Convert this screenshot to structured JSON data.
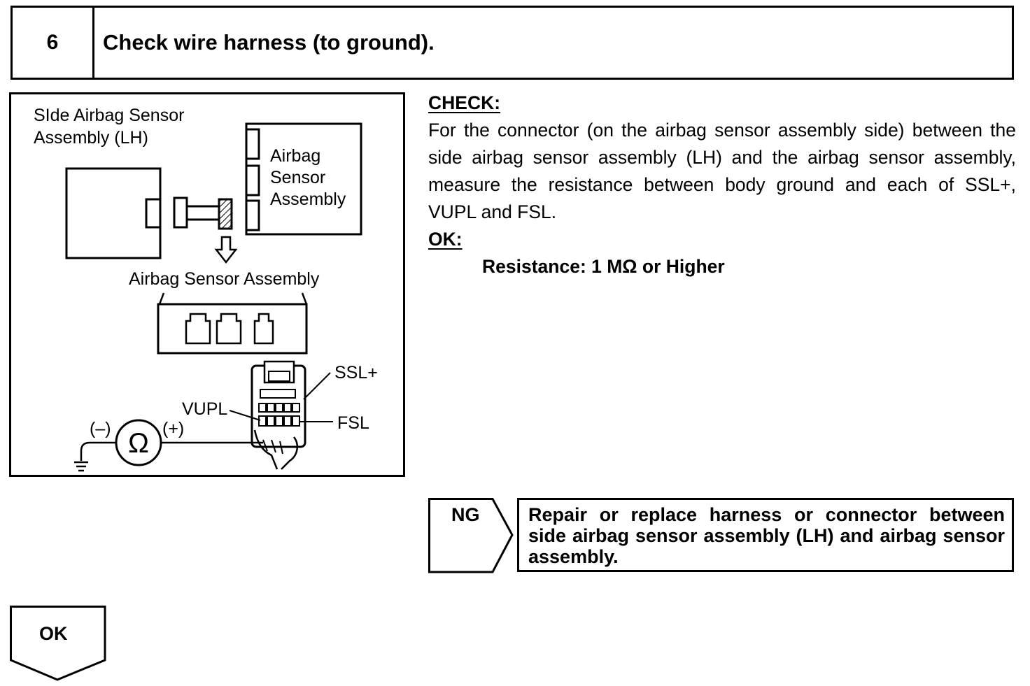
{
  "step": {
    "number": "6",
    "title": "Check wire harness (to ground)."
  },
  "figure": {
    "side_sensor_label_line1": "SIde Airbag Sensor",
    "side_sensor_label_line2": "Assembly (LH)",
    "airbag_sensor_label_line1": "Airbag",
    "airbag_sensor_label_line2": "Sensor",
    "airbag_sensor_label_line3": "Assembly",
    "connector_title": "Airbag Sensor Assembly",
    "terminal_ssl": "SSL+",
    "terminal_vupl": "VUPL",
    "terminal_fsl": "FSL",
    "probe_negative": "(–)",
    "probe_positive": "(+)",
    "meter_symbol": "Ω",
    "icons": [
      "ohmmeter-icon",
      "ground-icon",
      "arrow-down-icon",
      "hand-icon"
    ]
  },
  "check": {
    "heading": "CHECK:",
    "text": "For the connector (on the airbag sensor assembly side) between the side airbag sensor assembly (LH) and the airbag sensor assembly, measure the resistance between body ground and each of SSL+, VUPL and FSL.",
    "ok_heading": "OK:",
    "ok_spec": "Resistance: 1 MΩ or Higher"
  },
  "ng": {
    "label": "NG",
    "action": "Repair or replace harness or connector between side airbag sensor assembly (LH) and airbag sensor assembly."
  },
  "ok_branch": {
    "label": "OK"
  }
}
